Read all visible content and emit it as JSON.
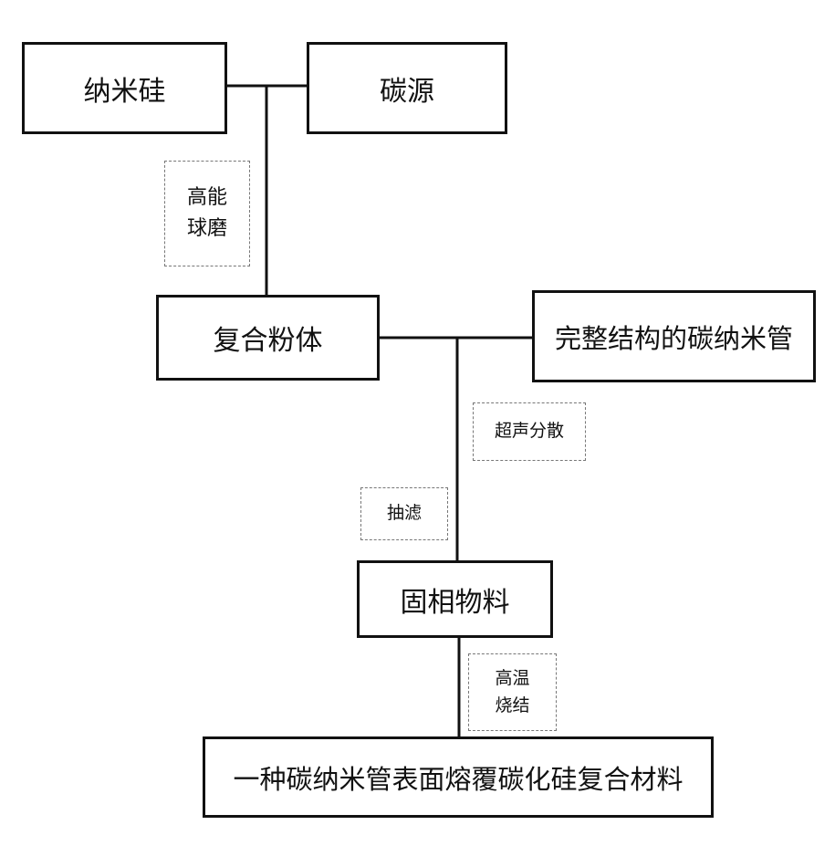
{
  "nodes": {
    "nano_si": "纳米硅",
    "carbon_source": "碳源",
    "composite_powder": "复合粉体",
    "carbon_nanotube": "完整结构的碳纳米管",
    "solid_material": "固相物料",
    "final_product": "一种碳纳米管表面熔覆碳化硅复合材料"
  },
  "steps": {
    "ball_milling": "高能\n球磨",
    "ultrasonic_dispersion": "超声分散",
    "suction_filtration": "抽滤",
    "high_temp_sintering": "高温\n烧结"
  },
  "colors": {
    "line": "#111111",
    "dashed_border": "#777777"
  }
}
